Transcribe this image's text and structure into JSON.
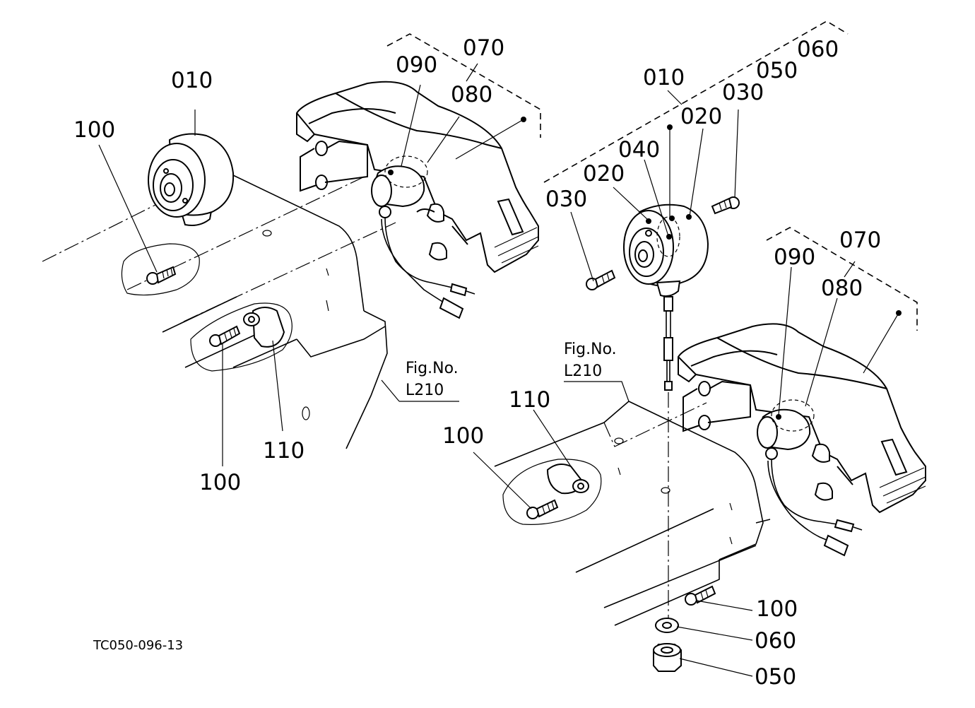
{
  "diagram": {
    "code": "TC050-096-13",
    "left_assembly": {
      "labels": {
        "p010": "010",
        "p100_top": "100",
        "p070": "070",
        "p090": "090",
        "p080": "080",
        "p100_bottom": "100",
        "p110": "110"
      },
      "fig_ref": {
        "line1": "Fig.No.",
        "line2": "L210"
      }
    },
    "right_assembly": {
      "labels": {
        "p010": "010",
        "p020_a": "020",
        "p020_b": "020",
        "p030_a": "030",
        "p030_b": "030",
        "p040": "040",
        "p050_top": "050",
        "p060_top": "060",
        "p070": "070",
        "p090": "090",
        "p080": "080",
        "p110": "110",
        "p100_left": "100",
        "p100_bottom": "100",
        "p060_bottom": "060",
        "p050_bottom": "050"
      },
      "fig_ref": {
        "line1": "Fig.No.",
        "line2": "L210"
      }
    }
  }
}
